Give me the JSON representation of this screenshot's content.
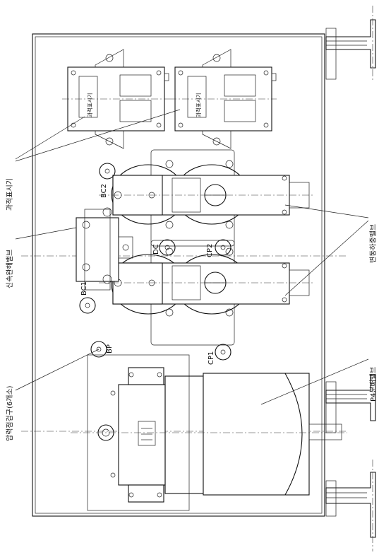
{
  "labels": {
    "overload_indicator": "과적표시기",
    "overload_indicator_panel": "과적표시기",
    "quick_release_valve": "신속완해밸브",
    "variable_load_valve": "변동하중밸브",
    "p4_distribution_valve": "P4분배밸브",
    "pressure_test_port": "압력점검구(6개소)"
  },
  "tags": {
    "bc1": "BC1",
    "bc2": "BC2",
    "dc": "DC",
    "cp1": "CP1",
    "cp2": "CP2",
    "bp": "BP"
  }
}
